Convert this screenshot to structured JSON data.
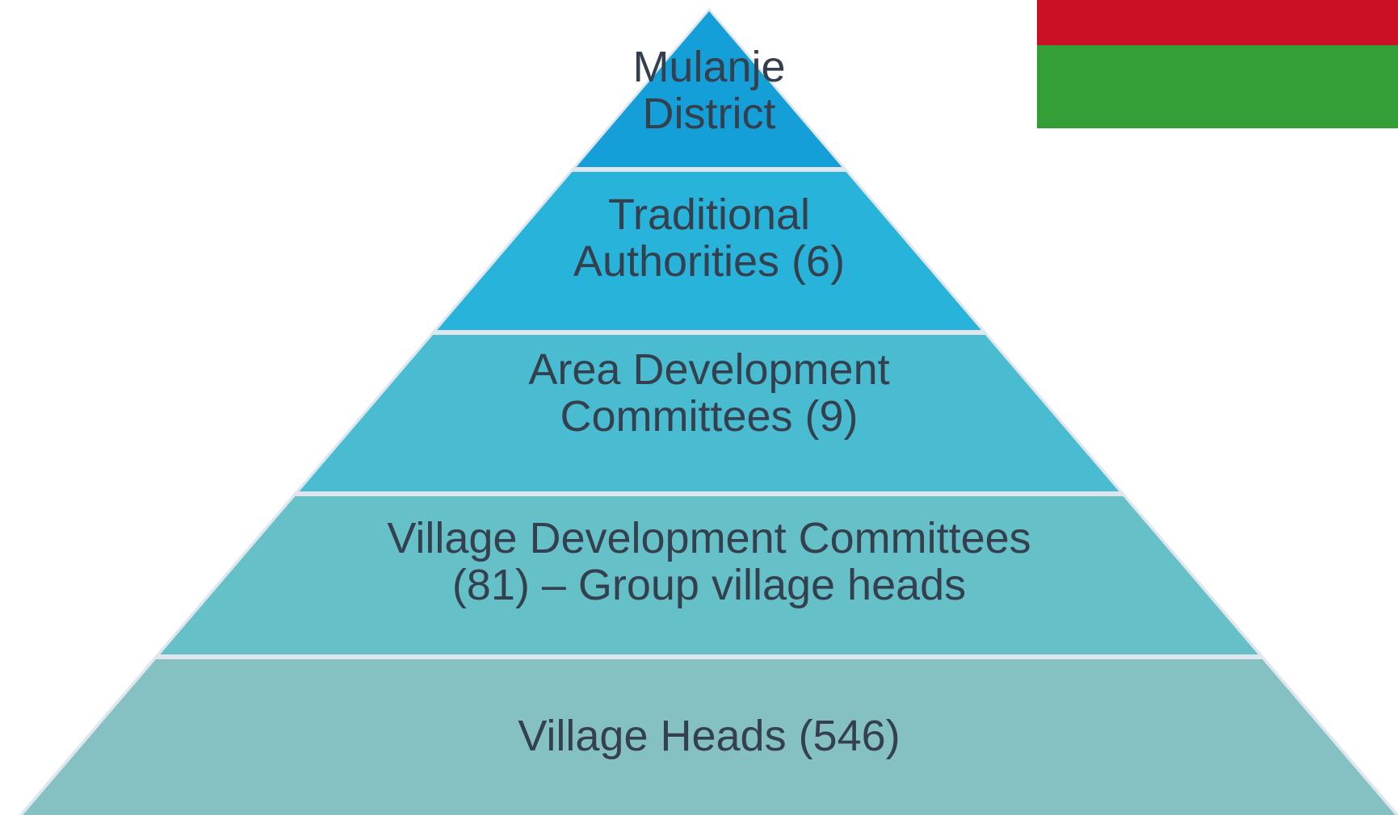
{
  "pyramid": {
    "levels": [
      {
        "lines": [
          "Mulanje",
          "District"
        ],
        "color": "#159fd8"
      },
      {
        "lines": [
          "Traditional",
          "Authorities (6)"
        ],
        "color": "#28b3da"
      },
      {
        "lines": [
          "Area Development",
          "Committees (9)"
        ],
        "color": "#49bcd1"
      },
      {
        "lines": [
          "Village Development Committees",
          "(81) – Group village heads"
        ],
        "color": "#66c0c8"
      },
      {
        "lines": [
          "Village Heads (546)"
        ],
        "color": "#85c1c2"
      }
    ],
    "separator_color": "#dfe6ee"
  },
  "flag": {
    "top_color": "#cb1026",
    "bottom_color": "#339e36"
  }
}
